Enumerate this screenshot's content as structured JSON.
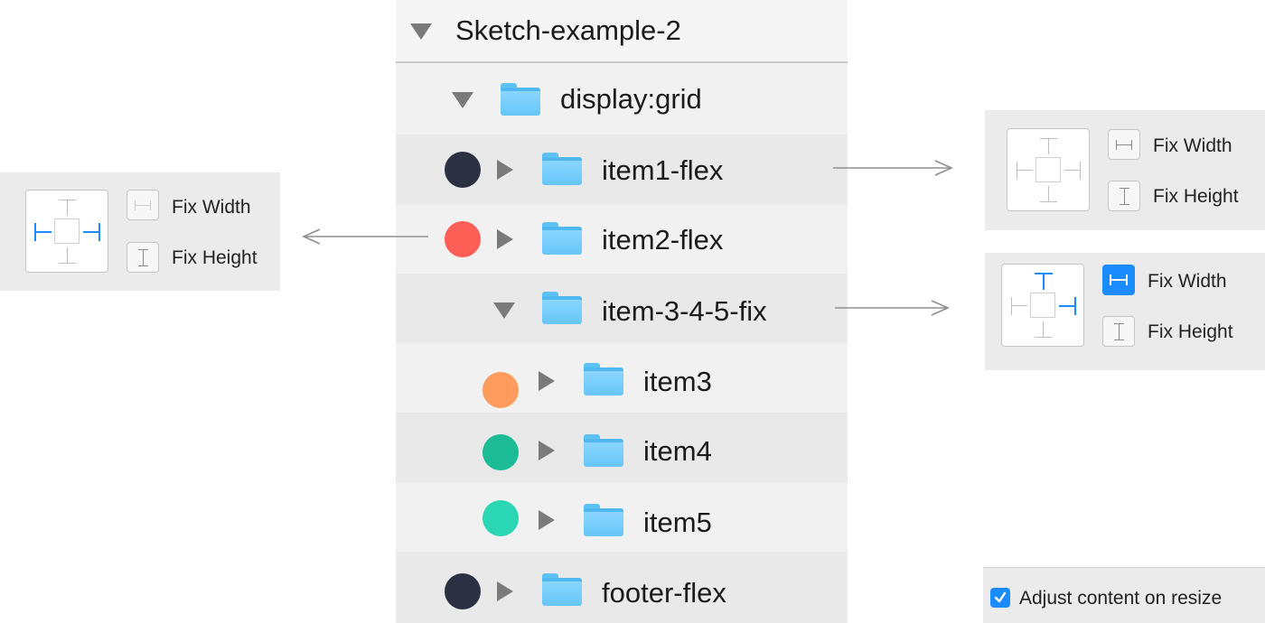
{
  "layers": {
    "root": {
      "label": "Sketch-example-2",
      "icon": "disclosure-down-icon"
    },
    "items": [
      {
        "label": "display:grid",
        "disclosure": "down"
      },
      {
        "label": "item1-flex",
        "disclosure": "right",
        "dot_color": "#2b3042"
      },
      {
        "label": "item2-flex",
        "disclosure": "right",
        "dot_color": "#fd5e55"
      },
      {
        "label": "item-3-4-5-fix",
        "disclosure": "down"
      },
      {
        "label": "item3",
        "disclosure": "right",
        "dot_color": "#fe9b5d"
      },
      {
        "label": "item4",
        "disclosure": "right",
        "dot_color": "#1bbb96"
      },
      {
        "label": "item5",
        "disclosure": "right",
        "dot_color": "#2bd6b5"
      },
      {
        "label": "footer-flex",
        "disclosure": "right",
        "dot_color": "#2b3042"
      }
    ]
  },
  "panels": {
    "left": {
      "fix_width": "Fix Width",
      "fix_height": "Fix Height"
    },
    "right_top": {
      "fix_width": "Fix Width",
      "fix_height": "Fix Height"
    },
    "right_mid": {
      "fix_width": "Fix Width",
      "fix_height": "Fix Height"
    }
  },
  "adjust": {
    "label": "Adjust content on resize",
    "checked": true
  },
  "colors": {
    "accent": "#1a8cff",
    "folder": "#6ac8f8"
  }
}
